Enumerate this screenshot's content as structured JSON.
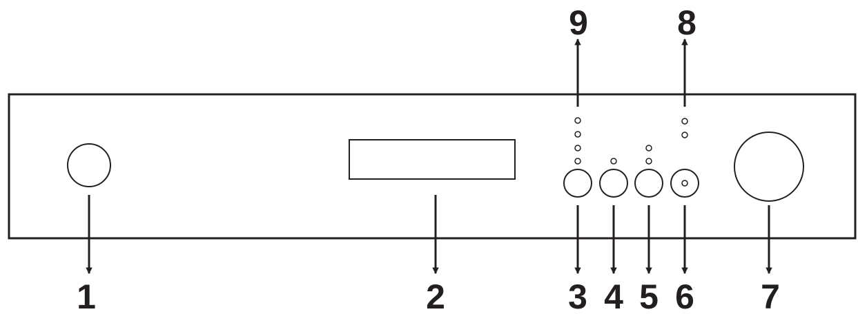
{
  "colors": {
    "ink": "#231f20",
    "background": "#ffffff"
  },
  "callouts": {
    "c1": "1",
    "c2": "2",
    "c3": "3",
    "c4": "4",
    "c5": "5",
    "c6": "6",
    "c7": "7",
    "c8": "8",
    "c9": "9"
  },
  "indicators": {
    "group_9_led_count": 4,
    "group_5_led_count": 2,
    "group_4_led_count": 1,
    "group_8_led_count": 2
  }
}
